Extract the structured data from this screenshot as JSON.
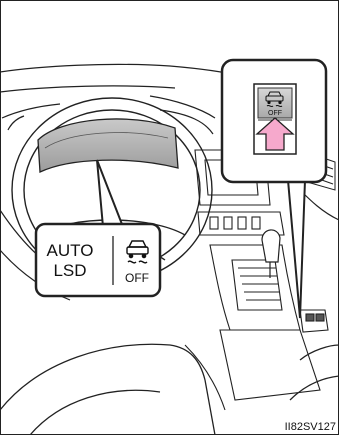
{
  "callout_main": {
    "auto_line1": "AUTO",
    "auto_line2": "LSD",
    "off_label": "OFF"
  },
  "callout_switch": {
    "off_label": "OFF"
  },
  "image_code": "II82SV127"
}
